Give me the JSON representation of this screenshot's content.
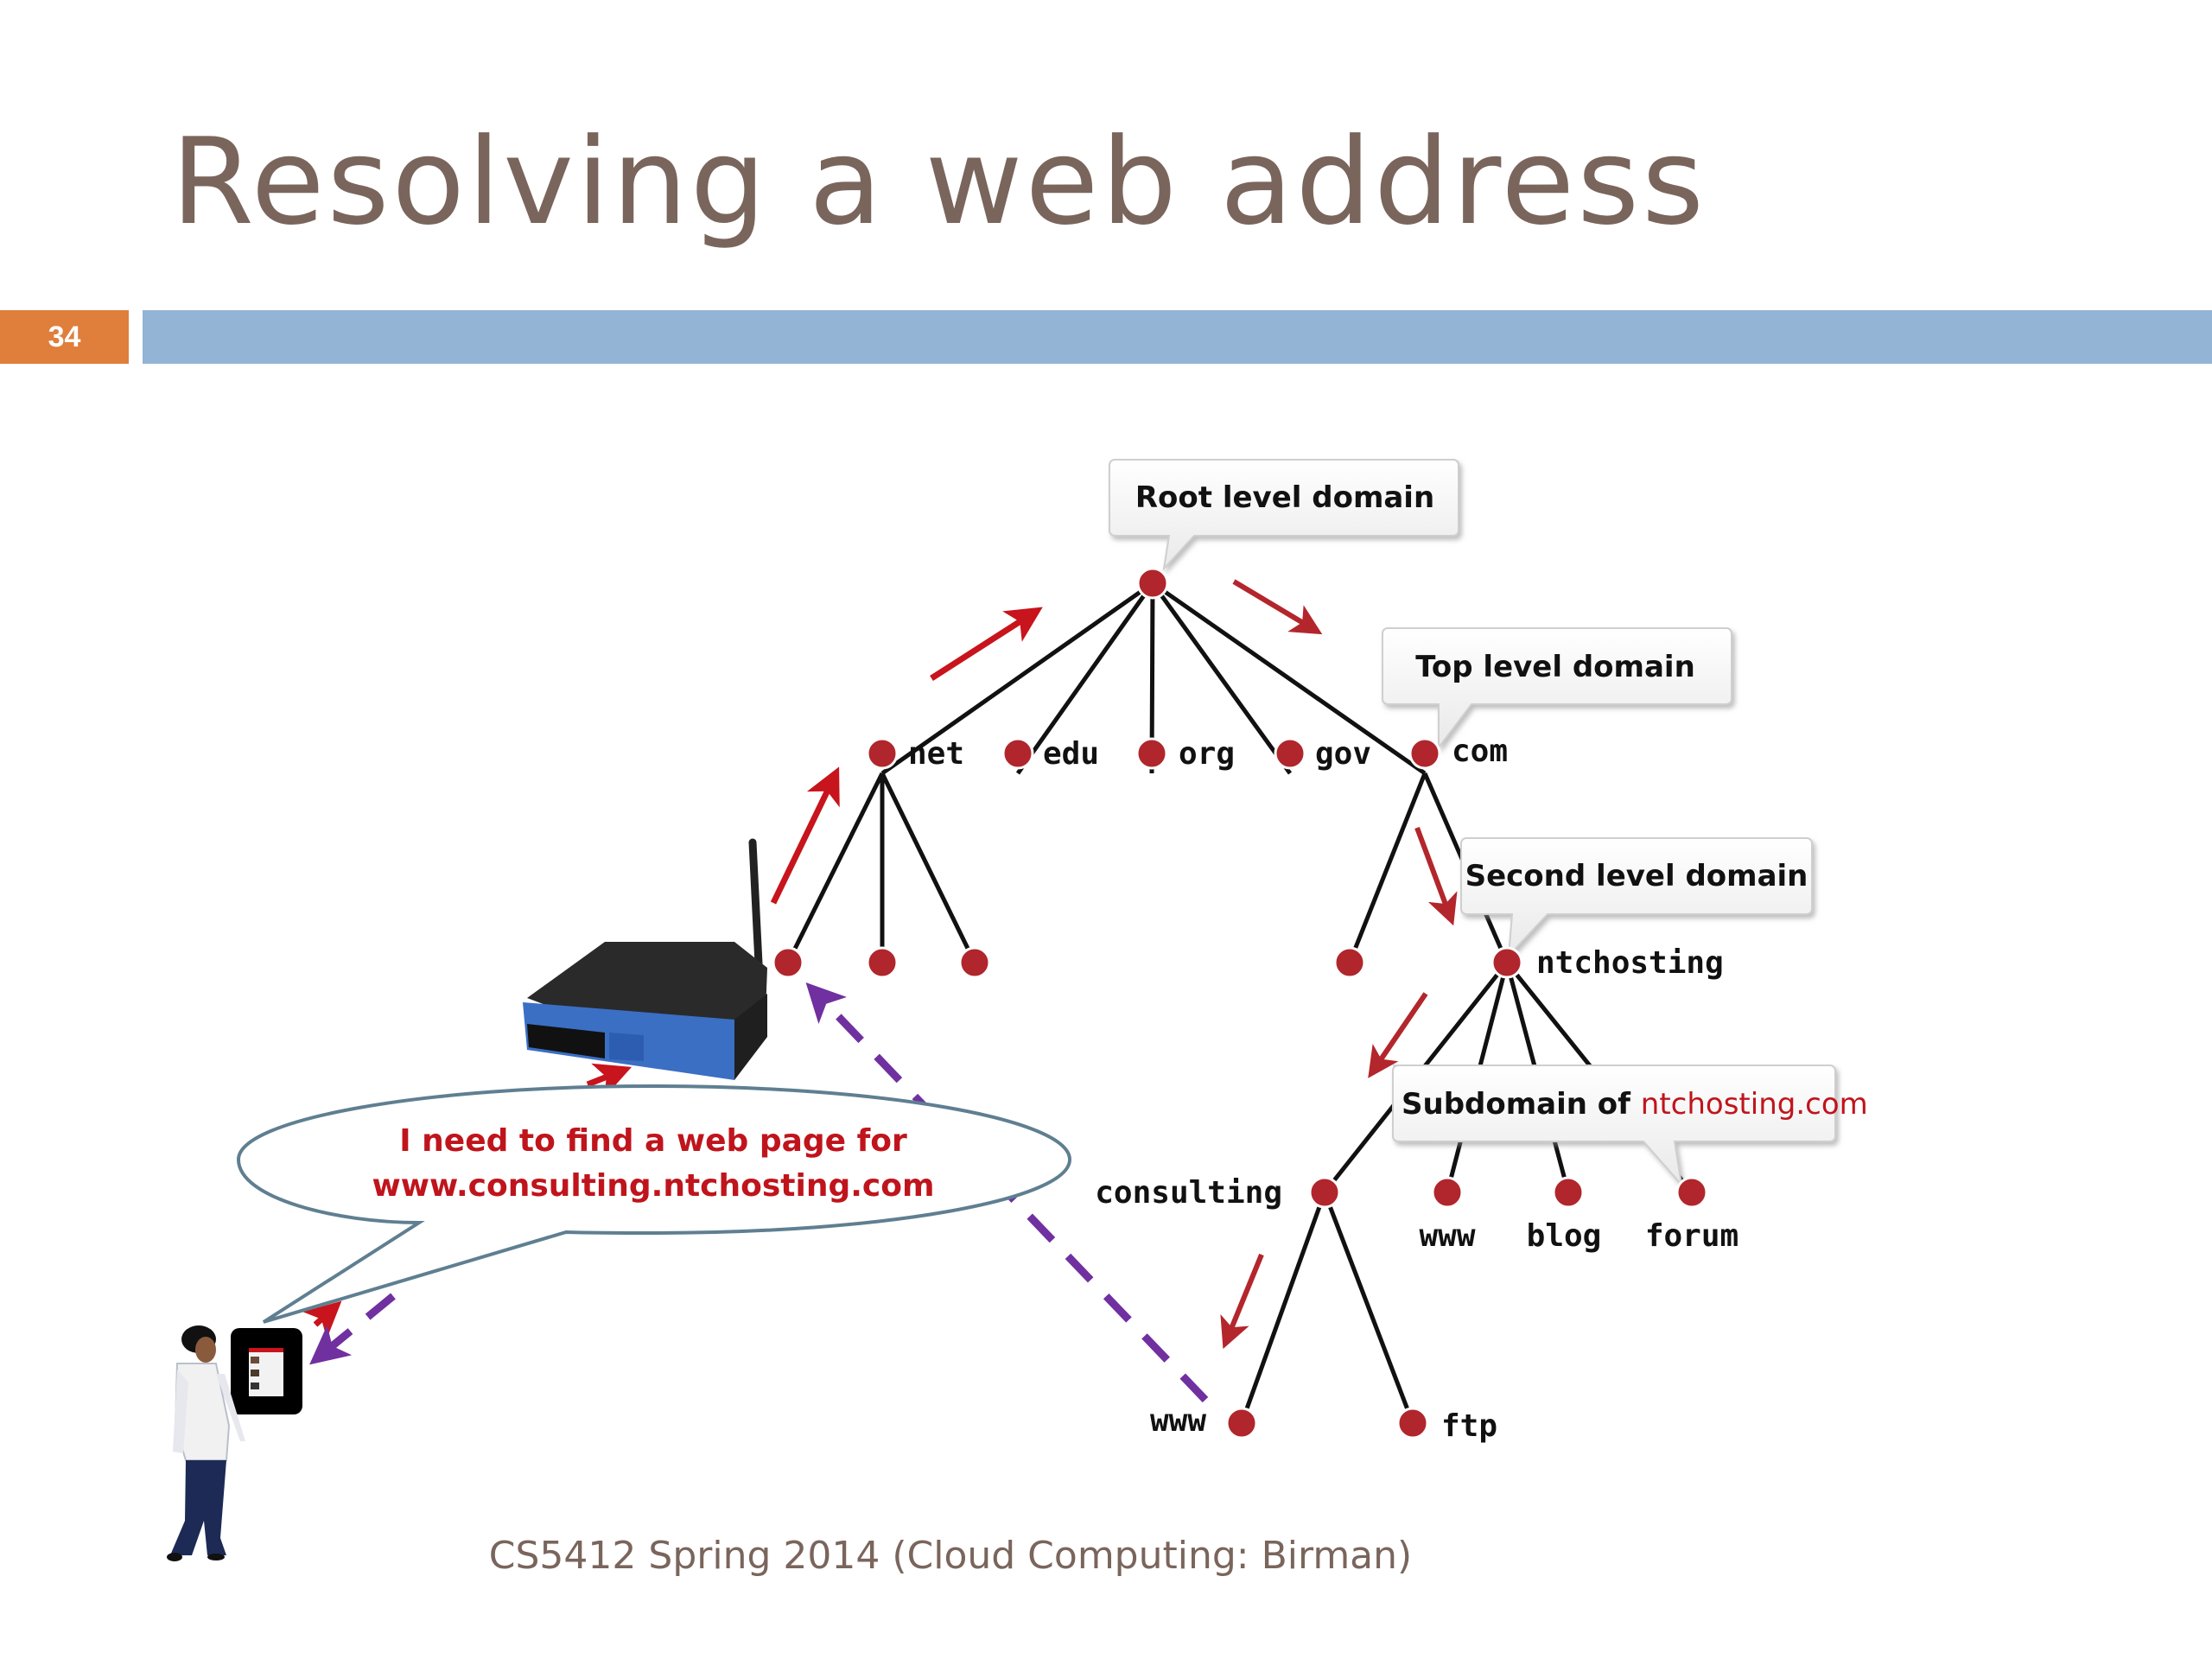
{
  "slide": {
    "title": "Resolving a web address",
    "number": "34",
    "footer": "CS5412 Spring 2014 (Cloud Computing: Birman)"
  },
  "colors": {
    "title": "#7a655c",
    "accent_orange": "#e07e3c",
    "accent_blue": "#93b4d4",
    "node": "#b0262c",
    "query_arrow": "#c8141c",
    "response_arrow": "#7030a0",
    "highlight_text": "#c0141c"
  },
  "callouts": {
    "root": "Root level domain",
    "top": "Top level domain",
    "second": "Second level domain",
    "subdomain_prefix": "Subdomain of ",
    "subdomain_highlight": "ntchosting.com"
  },
  "tree": {
    "root": {
      "label": ""
    },
    "tld": [
      {
        "label": "net"
      },
      {
        "label": "edu"
      },
      {
        "label": "org"
      },
      {
        "label": "gov"
      },
      {
        "label": "com"
      }
    ],
    "second_level": {
      "label": "ntchosting"
    },
    "subdomains": [
      {
        "label": "consulting"
      },
      {
        "label": "www"
      },
      {
        "label": "blog"
      },
      {
        "label": "forum"
      }
    ],
    "hosts": [
      {
        "label": "www"
      },
      {
        "label": "ftp"
      }
    ]
  },
  "speech_bubble": {
    "line1": "I need to find a web page for",
    "line2": "www.consulting.ntchosting.com"
  },
  "icons": {
    "router": "wireless-router-icon",
    "tablet": "tablet-icon",
    "person": "person-icon"
  }
}
